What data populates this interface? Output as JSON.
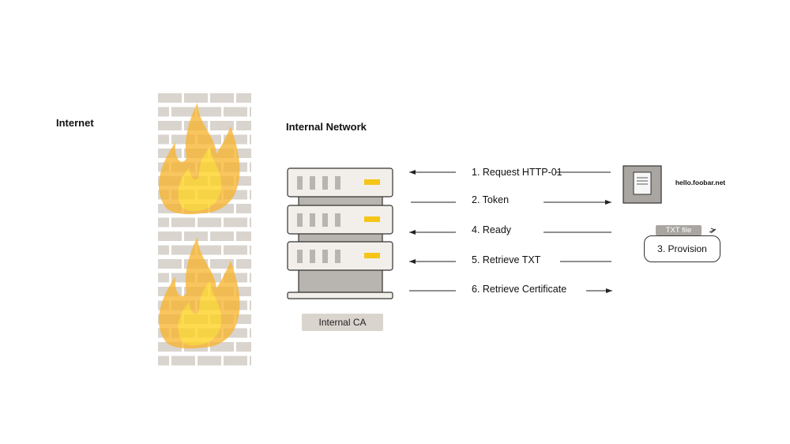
{
  "labels": {
    "internet": "Internet",
    "internal_network": "Internal Network",
    "internal_ca": "Internal CA"
  },
  "steps": [
    {
      "text": "1. Request HTTP-01",
      "direction": "left"
    },
    {
      "text": "2. Token",
      "direction": "right"
    },
    {
      "text": "4. Ready",
      "direction": "left"
    },
    {
      "text": "5. Retrieve TXT",
      "direction": "left"
    },
    {
      "text": "6. Retrieve Certificate",
      "direction": "right"
    }
  ],
  "client": {
    "hostname": "hello.foobar.net",
    "file_label": "TXT file",
    "provision_label": "3. Provision"
  },
  "colors": {
    "brick": "#d9d4cd",
    "flame_outer": "#f7b531",
    "flame_inner": "#ffd21f",
    "server_face": "#f2efea",
    "server_gap": "#b8b5b0",
    "led": "#f5c518",
    "line": "#333333"
  }
}
